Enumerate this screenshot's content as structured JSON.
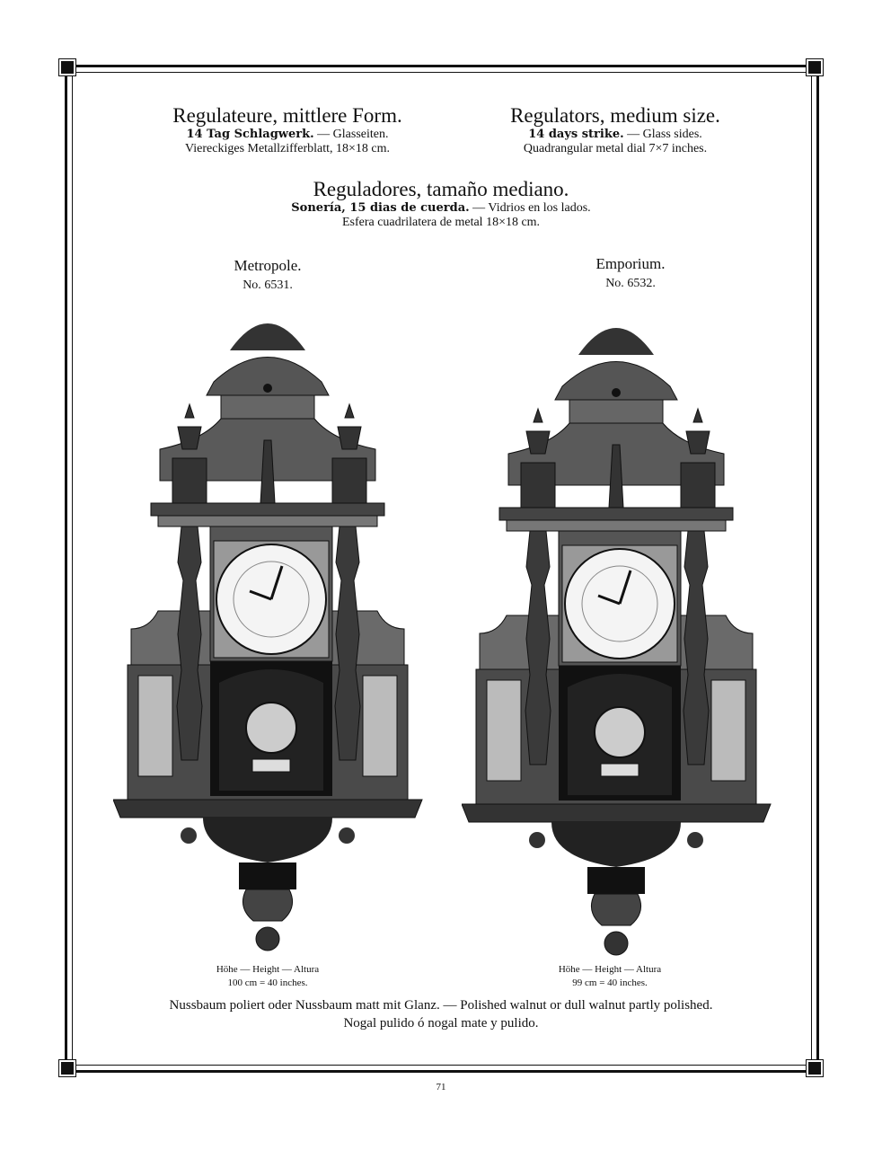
{
  "heading": {
    "german": {
      "title": "Regulateure, mittlere Form.",
      "line1_bold": "14 Tag Schlagwerk.",
      "line1_rest": " — Glasseiten.",
      "line2": "Viereckiges Metallzifferblatt, 18×18 cm."
    },
    "english": {
      "title": "Regulators, medium size.",
      "line1_bold": "14 days strike.",
      "line1_rest": " — Glass sides.",
      "line2": "Quadrangular metal dial 7×7 inches."
    },
    "spanish": {
      "title": "Reguladores, tamaño mediano.",
      "line1_bold": "Sonería, 15 dias de cuerda.",
      "line1_rest": " — Vidrios en los lados.",
      "line2": "Esfera cuadrilatera de metal 18×18 cm."
    }
  },
  "products": [
    {
      "name": "Metropole.",
      "number_prefix": "No. ",
      "number": "6531.",
      "height_label": "Höhe — Height — Altura",
      "height_value": "100 cm = 40 inches."
    },
    {
      "name": "Emporium.",
      "number_prefix": "No. ",
      "number": "6532.",
      "height_label": "Höhe — Height — Altura",
      "height_value": "99 cm = 40 inches."
    }
  ],
  "footer": {
    "line1": "Nussbaum poliert oder Nussbaum matt mit Glanz. — Polished walnut or dull walnut partly polished.",
    "line2": "Nogal pulido ó nogal mate y pulido."
  },
  "page_number": "71"
}
